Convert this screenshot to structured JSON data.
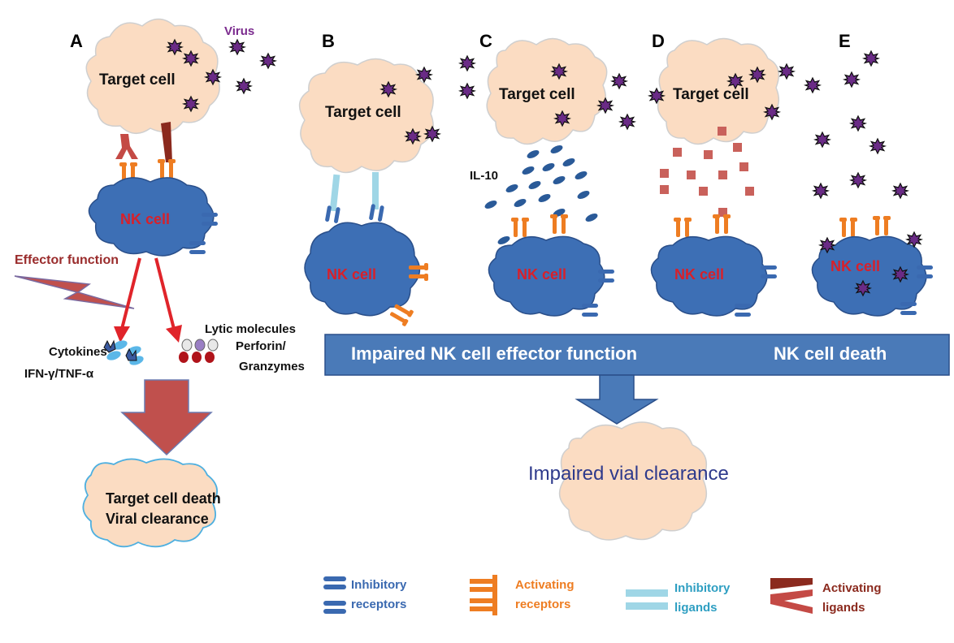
{
  "panels": {
    "a": "A",
    "b": "B",
    "c": "C",
    "d": "D",
    "e": "E"
  },
  "labels": {
    "virus": "Virus",
    "target_cell": "Target cell",
    "nk_cell": "NK cell",
    "effector_function": "Effector function",
    "il10": "IL-10",
    "cytokines": "Cytokines",
    "ifn_tnf": "IFN-γ/TNF-α",
    "lytic": "Lytic molecules",
    "perforin": "Perforin/",
    "granzymes": "Granzymes",
    "target_death": "Target cell death",
    "viral_clearance": "Viral clearance",
    "impaired_function": "Impaired NK cell effector function",
    "nk_death": "NK cell death",
    "impaired_clearance": "Impaired vial clearance"
  },
  "legend": [
    {
      "line1": "Inhibitory",
      "line2": "receptors",
      "color": "#3a69b0"
    },
    {
      "line1": "Activating",
      "line2": "receptors",
      "color": "#ee7d22"
    },
    {
      "line1": "Inhibitory",
      "line2": "ligands",
      "color": "#2f9fc2"
    },
    {
      "line1": "Activating",
      "line2": "ligands",
      "color": "#8b2a1e"
    }
  ],
  "colors": {
    "nk_cell": "#3d6fb5",
    "target_cell": "#fbdcc2",
    "virus": "#6a2b86",
    "activating_receptor": "#ee7d22",
    "inhibitory_receptor": "#3a69b0",
    "inhibitory_ligand": "#9fd6e6",
    "activating_ligand": "#8b2a1e",
    "banner": "#4a7ab8",
    "arrow_red": "#c04b4b"
  }
}
